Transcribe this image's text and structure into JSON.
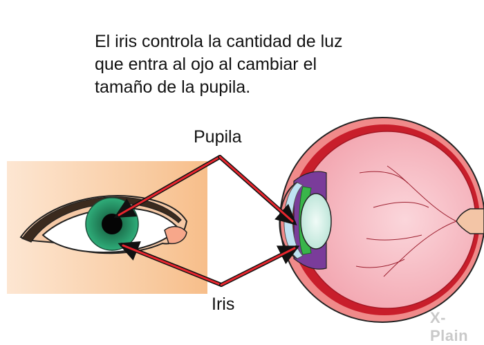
{
  "caption": {
    "line1": "El iris controla la cantidad de luz",
    "line2": "que entra al ojo al cambiar el",
    "line3": "tamaño de la pupila."
  },
  "labels": {
    "pupila": "Pupila",
    "iris": "Iris"
  },
  "watermark": "X-Plain",
  "colors": {
    "arrow": "#e8262e",
    "skin": "#f7c9a0",
    "iris": "#2e9a6e",
    "sclera": "#f3a4ad",
    "lens": "#cfeee6"
  }
}
